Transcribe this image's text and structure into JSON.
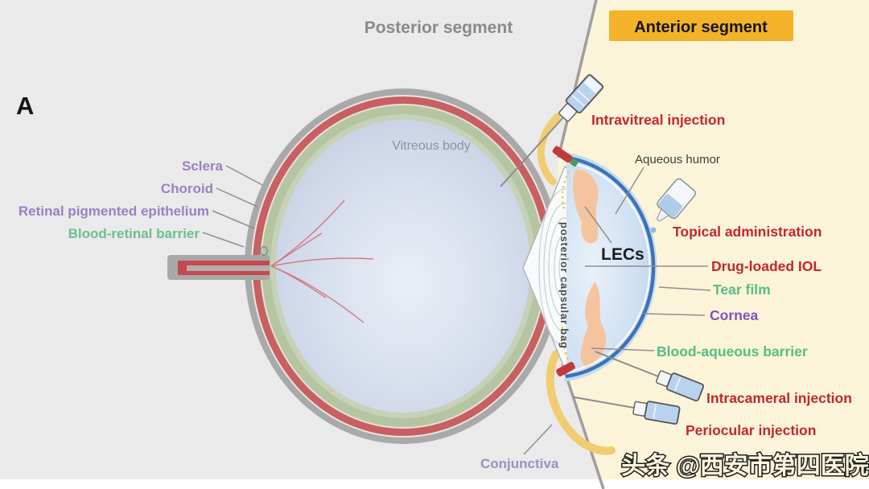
{
  "panel_label": "A",
  "header": {
    "posterior_title": "Posterior segment",
    "anterior_title": "Anterior segment"
  },
  "eye": {
    "layer_labels": [
      {
        "text": "Sclera",
        "color": "#9c7fc3"
      },
      {
        "text": "Choroid",
        "color": "#9c7fc3"
      },
      {
        "text": "Retinal pigmented epithelium",
        "color": "#9c7fc3"
      },
      {
        "text": "Blood-retinal barrier",
        "color": "#6dbd8d"
      }
    ],
    "vitreous_body": "Vitreous body",
    "aqueous_humor": "Aqueous humor",
    "lecs": "LECs",
    "posterior_capsular_bag": "posterior capsular bag",
    "conjunctiva": "Conjunctiva",
    "tear_film": "Tear film",
    "cornea": "Cornea",
    "blood_aqueous_barrier": "Blood-aqueous barrier"
  },
  "routes": {
    "intravitreal": "Intravitreal injection",
    "topical": "Topical administration",
    "drug_loaded_iol": "Drug-loaded IOL",
    "intracameral": "Intracameral injection",
    "periocular": "Periocular injection"
  },
  "colors": {
    "route_red": "#c2272e",
    "left_purple": "#9c7fc3",
    "cornea_purple": "#7d53c1",
    "conjunctiva_purple": "#a08cc4",
    "green": "#55bd85",
    "title_gray": "#8a8a8a",
    "banner_orange": "#f2b32a",
    "background_left": "#eaeaea",
    "background_right": "#fcf4d9",
    "vitreous_text_gray": "#8e929b",
    "aqueous_text": "#3c3c3c",
    "lecs_black": "#1b1b1b",
    "capsular_bag_gray": "#474b51"
  },
  "watermark": {
    "text": "头条 @西安市第四医院",
    "fill": "#fdf5dd",
    "outline": "#1f1f1f"
  }
}
